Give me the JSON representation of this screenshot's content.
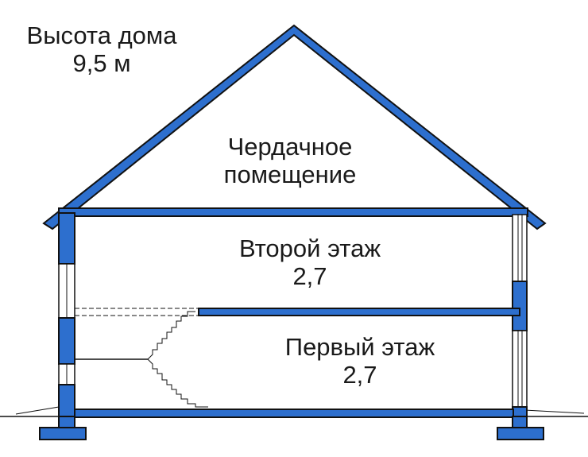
{
  "house_height": {
    "title": "Высота дома",
    "value": "9,5 м"
  },
  "attic": {
    "line1": "Чердачное",
    "line2": "помещение"
  },
  "second_floor": {
    "name": "Второй этаж",
    "height": "2,7"
  },
  "first_floor": {
    "name": "Первый этаж",
    "height": "2,7"
  },
  "colors": {
    "structure": "#2d6fce",
    "outline": "#111111",
    "text": "#1a1a1a",
    "window": "#ffffff"
  }
}
